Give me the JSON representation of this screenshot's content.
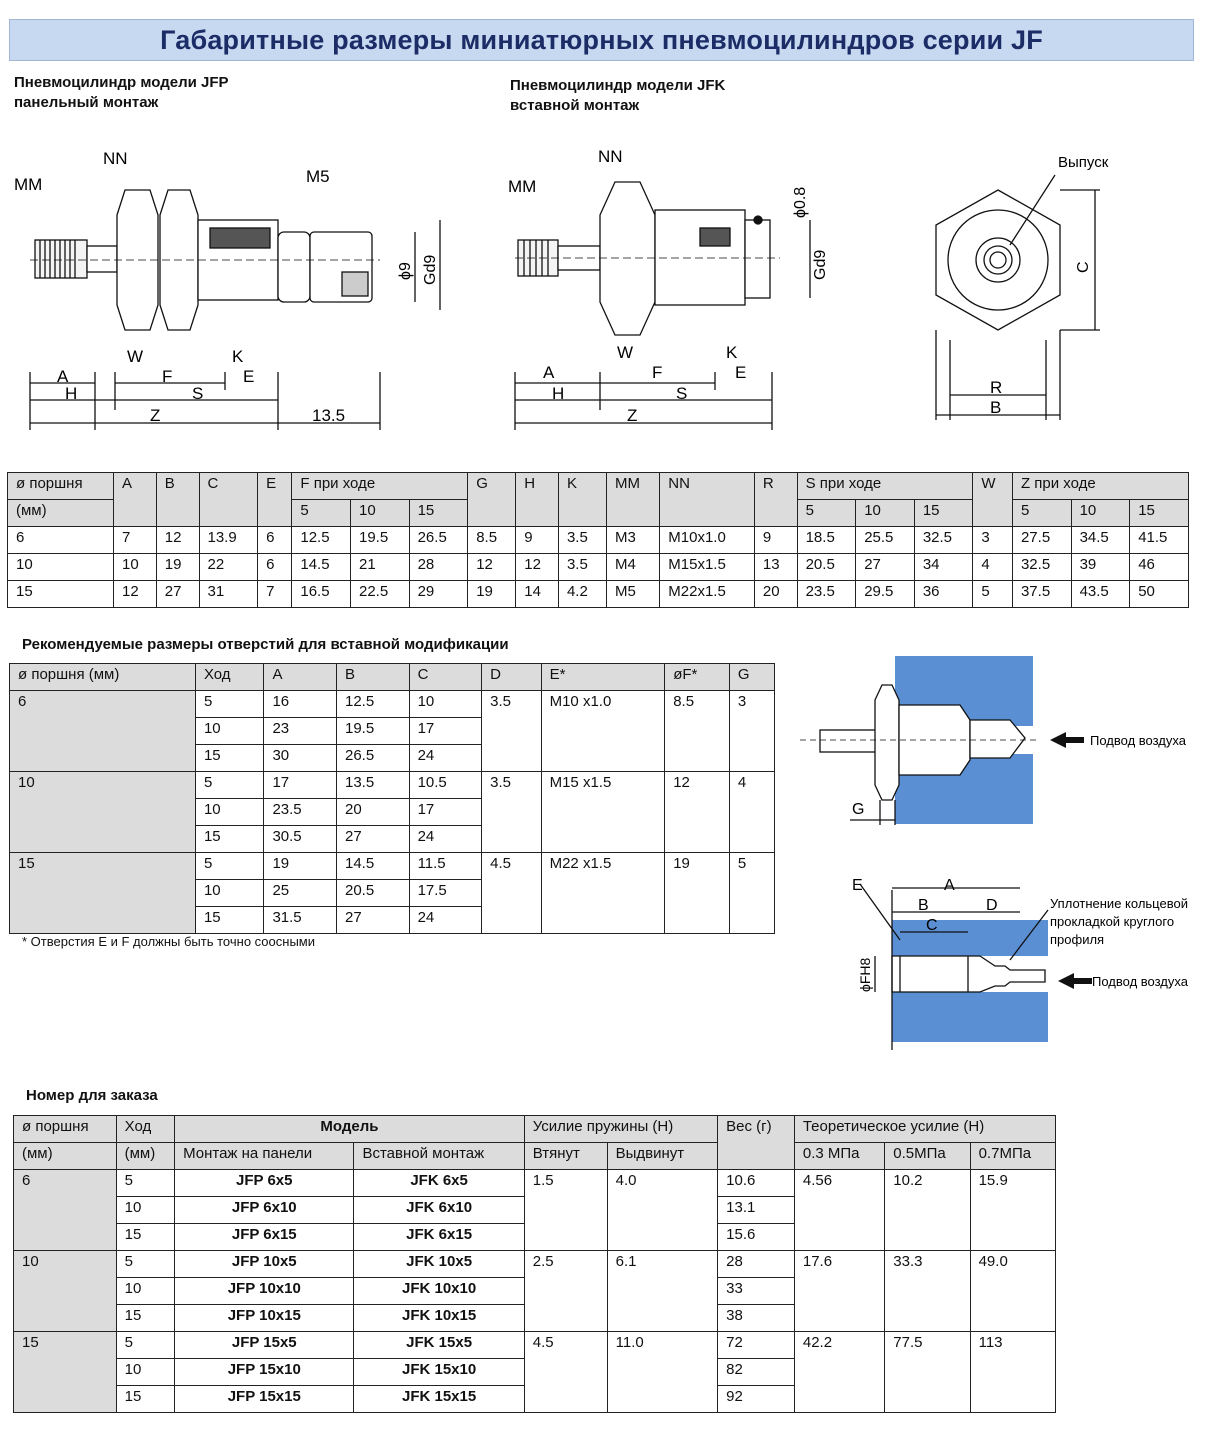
{
  "title": "Габаритные размеры миниатюрных пневмоцилиндров серии JF",
  "jfp": {
    "line1": "Пневмоцилиндр модели JFP",
    "line2": "панельный монтаж"
  },
  "jfk": {
    "line1": "Пневмоцилиндр модели JFK",
    "line2": "вставной монтаж"
  },
  "drawing_labels": {
    "MM": "MM",
    "NN": "NN",
    "M5": "M5",
    "W": "W",
    "K": "K",
    "A": "A",
    "F": "F",
    "E": "E",
    "H": "H",
    "S": "S",
    "Z": "Z",
    "dim135": "13.5",
    "phi9": "ϕ9",
    "Gd9": "Gd9",
    "phi08": "ϕ0.8",
    "vypusk": "Выпуск",
    "C": "C",
    "R": "R",
    "B": "B",
    "G": "G",
    "D": "D",
    "podvod": "Подвод воздуха",
    "phiFH8": "ϕFH8",
    "uplotnenie": "Уплотнение кольцевой\nпрокладкой круглого\nпрофиля"
  },
  "table1": {
    "head1": [
      "ø поршня",
      "A",
      "B",
      "C",
      "E",
      "F при ходе",
      "G",
      "H",
      "K",
      "MM",
      "NN",
      "R",
      "S при ходе",
      "W",
      "Z при ходе"
    ],
    "head2": [
      "(мм)",
      "5",
      "10",
      "15",
      "5",
      "10",
      "15",
      "5",
      "10",
      "15"
    ],
    "rows": [
      [
        "6",
        "7",
        "12",
        "13.9",
        "6",
        "12.5",
        "19.5",
        "26.5",
        "8.5",
        "9",
        "3.5",
        "M3",
        "M10x1.0",
        "9",
        "18.5",
        "25.5",
        "32.5",
        "3",
        "27.5",
        "34.5",
        "41.5"
      ],
      [
        "10",
        "10",
        "19",
        "22",
        "6",
        "14.5",
        "21",
        "28",
        "12",
        "12",
        "3.5",
        "M4",
        "M15x1.5",
        "13",
        "20.5",
        "27",
        "34",
        "4",
        "32.5",
        "39",
        "46"
      ],
      [
        "15",
        "12",
        "27",
        "31",
        "7",
        "16.5",
        "22.5",
        "29",
        "19",
        "14",
        "4.2",
        "M5",
        "M22x1.5",
        "20",
        "23.5",
        "29.5",
        "36",
        "5",
        "37.5",
        "43.5",
        "50"
      ]
    ]
  },
  "table2": {
    "heading": "Рекомендуемые размеры отверстий для вставной модификации",
    "head": [
      "ø поршня (мм)",
      "Ход",
      "A",
      "B",
      "C",
      "D",
      "E*",
      "øF*",
      "G"
    ],
    "groups": [
      {
        "bore": "6",
        "D": "3.5",
        "E": "M10 x1.0",
        "F": "8.5",
        "G": "3",
        "rows": [
          [
            "5",
            "16",
            "12.5",
            "10"
          ],
          [
            "10",
            "23",
            "19.5",
            "17"
          ],
          [
            "15",
            "30",
            "26.5",
            "24"
          ]
        ]
      },
      {
        "bore": "10",
        "D": "3.5",
        "E": "M15 x1.5",
        "F": "12",
        "G": "4",
        "rows": [
          [
            "5",
            "17",
            "13.5",
            "10.5"
          ],
          [
            "10",
            "23.5",
            "20",
            "17"
          ],
          [
            "15",
            "30.5",
            "27",
            "24"
          ]
        ]
      },
      {
        "bore": "15",
        "D": "4.5",
        "E": "M22 x1.5",
        "F": "19",
        "G": "5",
        "rows": [
          [
            "5",
            "19",
            "14.5",
            "11.5"
          ],
          [
            "10",
            "25",
            "20.5",
            "17.5"
          ],
          [
            "15",
            "31.5",
            "27",
            "24"
          ]
        ]
      }
    ],
    "note": "* Отверстия E и F должны быть точно соосными"
  },
  "table3": {
    "heading": "Номер для заказа",
    "head1": [
      "ø поршня",
      "Ход",
      "Модель",
      "Усилие пружины (Н)",
      "Вес (г)",
      "Теоретическое усилие (Н)"
    ],
    "head2": [
      "(мм)",
      "(мм)",
      "Монтаж на панели",
      "Вставной монтаж",
      "Втянут",
      "Выдвинут",
      "0.3 МПа",
      "0.5МПа",
      "0.7МПа"
    ],
    "groups": [
      {
        "bore": "6",
        "in": "1.5",
        "out": "4.0",
        "p3": "4.56",
        "p5": "10.2",
        "p7": "15.9",
        "rows": [
          [
            "5",
            "JFP 6x5",
            "JFK 6x5",
            "10.6"
          ],
          [
            "10",
            "JFP 6x10",
            "JFK 6x10",
            "13.1"
          ],
          [
            "15",
            "JFP 6x15",
            "JFK 6x15",
            "15.6"
          ]
        ]
      },
      {
        "bore": "10",
        "in": "2.5",
        "out": "6.1",
        "p3": "17.6",
        "p5": "33.3",
        "p7": "49.0",
        "rows": [
          [
            "5",
            "JFP 10x5",
            "JFK 10x5",
            "28"
          ],
          [
            "10",
            "JFP 10x10",
            "JFK 10x10",
            "33"
          ],
          [
            "15",
            "JFP 10x15",
            "JFK 10x15",
            "38"
          ]
        ]
      },
      {
        "bore": "15",
        "in": "4.5",
        "out": "11.0",
        "p3": "42.2",
        "p5": "77.5",
        "p7": "113",
        "rows": [
          [
            "5",
            "JFP 15x5",
            "JFK 15x5",
            "72"
          ],
          [
            "10",
            "JFP 15x10",
            "JFK 15x10",
            "82"
          ],
          [
            "15",
            "JFP 15x15",
            "JFK 15x15",
            "92"
          ]
        ]
      }
    ]
  }
}
